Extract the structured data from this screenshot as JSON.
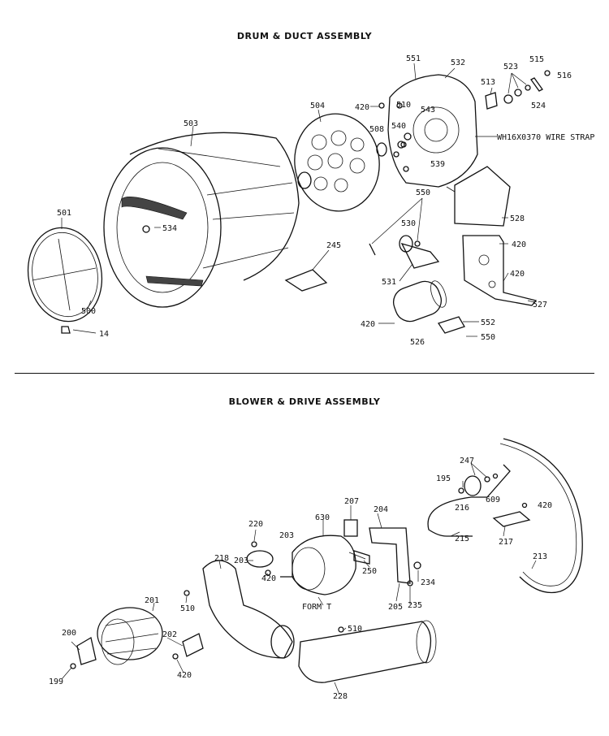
{
  "sections": {
    "top_title": "DRUM & DUCT ASSEMBLY",
    "bottom_title": "BLOWER & DRIVE ASSEMBLY"
  },
  "labels": {
    "l503": "503",
    "l504": "504",
    "l551": "551",
    "l532": "532",
    "l523": "523",
    "l515": "515",
    "l516": "516",
    "l513": "513",
    "l524": "524",
    "l420a": "420",
    "l510a": "510",
    "l543": "543",
    "l508": "508",
    "l540": "540",
    "strap": "WH16X0370 WIRE STRAP",
    "l539": "539",
    "l501": "501",
    "l534": "534",
    "l550a": "550",
    "l530": "530",
    "l245": "245",
    "l528": "528",
    "l420b": "420",
    "l420c": "420",
    "l531": "531",
    "l527": "527",
    "l500": "500",
    "l14": "14",
    "l420d": "420",
    "l552": "552",
    "l550b": "550",
    "l526": "526",
    "l247": "247",
    "l195": "195",
    "l216": "216",
    "l609": "609",
    "l207": "207",
    "l630": "630",
    "l220": "220",
    "l203a": "203",
    "l203b": "203",
    "l204": "204",
    "l420e": "420",
    "l420f": "420",
    "l218": "218",
    "l250": "250",
    "l215": "215",
    "l217": "217",
    "l213": "213",
    "l201": "201",
    "l510b": "510",
    "formt": "FORM T",
    "l234": "234",
    "l205": "205",
    "l235": "235",
    "l510c": "510",
    "l200": "200",
    "l202": "202",
    "l199": "199",
    "l420g": "420",
    "l228": "228"
  }
}
